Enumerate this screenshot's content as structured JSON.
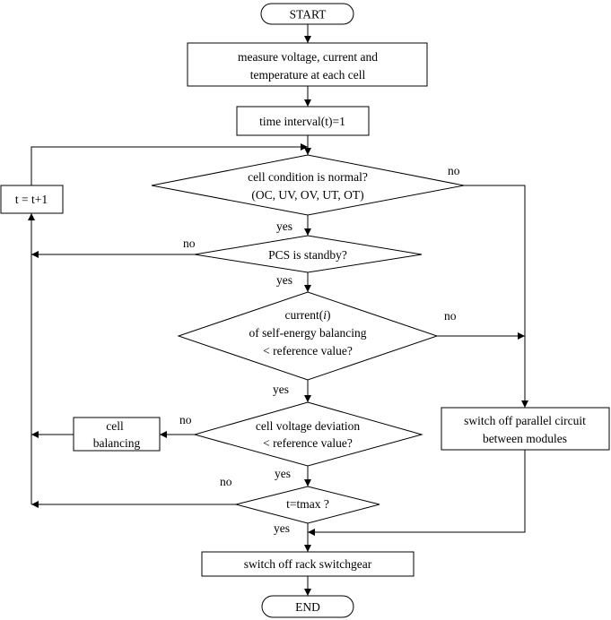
{
  "nodes": {
    "start": "START",
    "measure": [
      "measure voltage, current and",
      "temperature at each cell"
    ],
    "time_interval": "time interval(t)=1",
    "increment": "t = t+1",
    "cell_condition": [
      "cell condition is normal?",
      "(OC, UV, OV, UT, OT)"
    ],
    "pcs_standby": "PCS is standby?",
    "current_check": {
      "line1_prefix": "current(",
      "line1_var": "i",
      "line1_suffix": ")",
      "line2": "of self-energy balancing",
      "line3": "< reference value?"
    },
    "voltage_deviation": [
      "cell voltage deviation",
      "< reference value?"
    ],
    "cell_balancing": [
      "cell",
      "balancing"
    ],
    "switch_parallel": [
      "switch off parallel circuit",
      "between modules"
    ],
    "tmax_check": "t=tmax ?",
    "switch_rack": "switch off rack switchgear",
    "end": "END"
  },
  "edge_labels": {
    "cond_no": "no",
    "cond_yes": "yes",
    "pcs_no": "no",
    "pcs_yes": "yes",
    "current_no": "no",
    "current_yes": "yes",
    "voltage_no": "no",
    "voltage_yes": "yes",
    "tmax_no": "no",
    "tmax_yes": "yes"
  }
}
